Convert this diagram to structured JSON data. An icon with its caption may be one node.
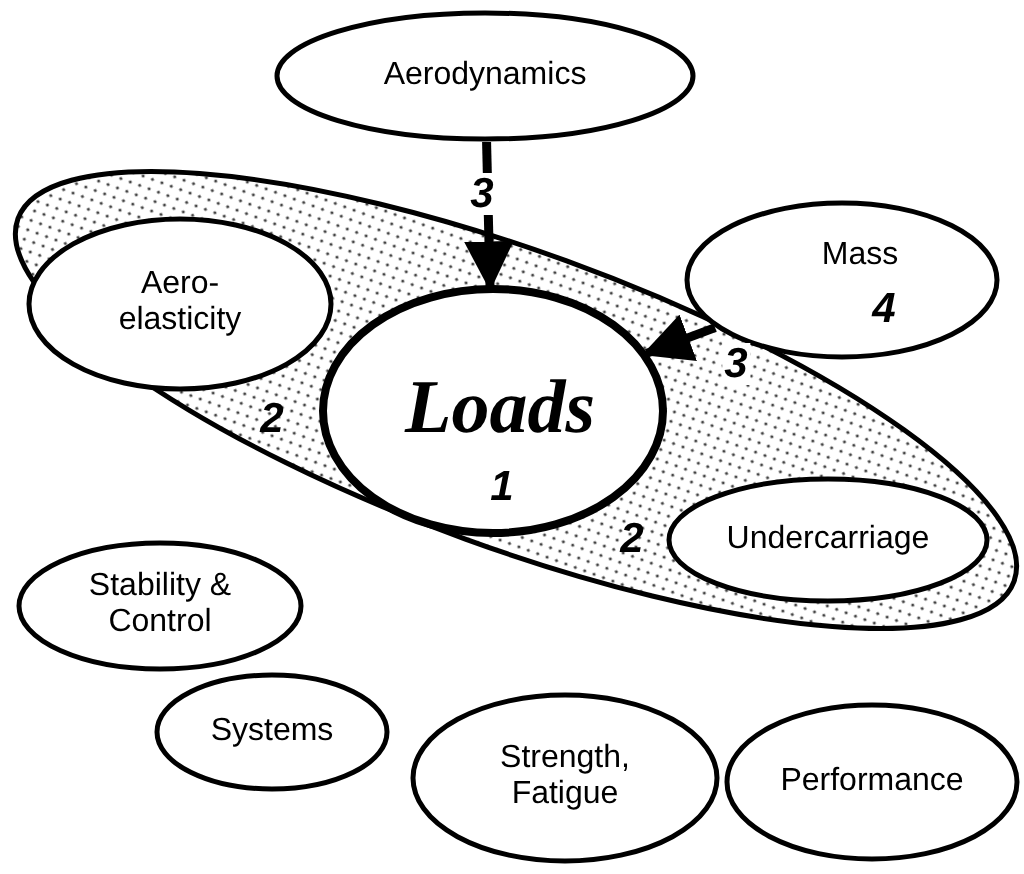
{
  "diagram": {
    "nodes": [
      {
        "text": [
          "Aerodynamics"
        ]
      },
      {
        "text": [
          "2",
          "2"
        ]
      },
      {
        "text": [
          "Aero- elasticity"
        ],
        "in": 1
      },
      {
        "text": [
          "Loads",
          "1"
        ],
        "in": 1
      },
      {
        "text": [
          "Undercarriage"
        ],
        "in": 1
      },
      {
        "text": [
          "Mass",
          "4"
        ]
      },
      {
        "text": [
          "Stability & Control"
        ]
      },
      {
        "text": [
          "Systems"
        ]
      },
      {
        "text": [
          "Strength, Fatigue"
        ]
      },
      {
        "text": [
          "Performance"
        ]
      }
    ],
    "edges": [
      {
        "from": 0,
        "to": 3,
        "arrow": "to",
        "label": "3"
      },
      {
        "from": 5,
        "to": 3,
        "arrow": "to",
        "label": "3"
      }
    ]
  }
}
